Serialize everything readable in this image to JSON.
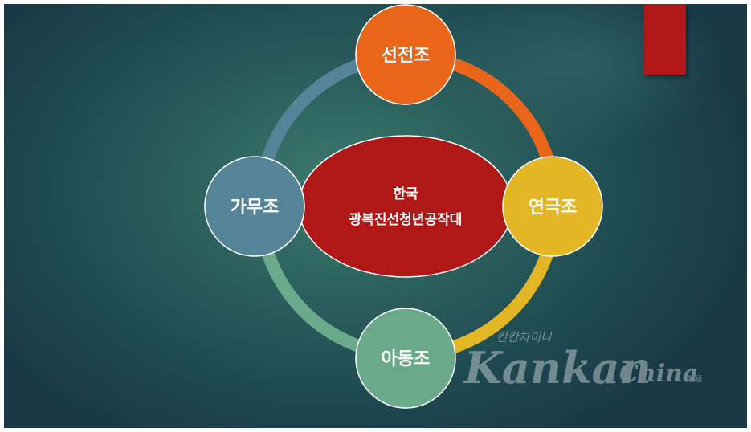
{
  "diagram": {
    "center": {
      "line1": "한국",
      "line2": "광복진선청년공작대"
    },
    "nodes": {
      "top": "선전조",
      "right": "연극조",
      "bottom": "아동조",
      "left": "가무조"
    }
  },
  "watermark": {
    "korean": "칸칸차이나",
    "brand_main": "Kankan",
    "brand_sub": "China",
    "mark": "紫福"
  },
  "colors": {
    "top": "#e8651a",
    "right": "#e3b626",
    "bottom": "#6aa98a",
    "left": "#558398",
    "center": "#b01817",
    "accent_tab": "#b01817"
  }
}
